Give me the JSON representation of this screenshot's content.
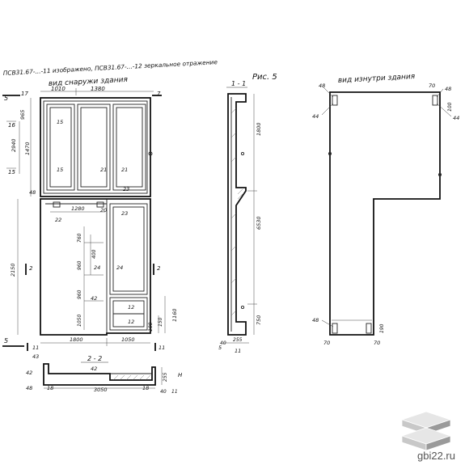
{
  "header": {
    "note": "ПСВ31.67-...-11 изображено, ПСВ31.67-...-12 зеркальное отражение",
    "fig": "Рис. 5"
  },
  "front_view": {
    "title": "вид снаружи здания",
    "top_dims": [
      "1010",
      "1380"
    ],
    "marks": [
      "5",
      "17",
      "7"
    ],
    "left_dims": [
      "16",
      "965",
      "2940",
      "1470",
      "15",
      "48"
    ],
    "left_dims2": [
      "2150",
      "2"
    ],
    "inner_marks": [
      "15",
      "15",
      "21",
      "21",
      "23",
      "22",
      "24",
      "24",
      "23",
      "12",
      "12",
      "42",
      "20"
    ],
    "inner_dims": [
      "1280",
      "760",
      "960",
      "400",
      "960",
      "1050",
      "50"
    ],
    "right_dims": [
      "1160",
      "150",
      "100"
    ],
    "bottom_dims": [
      "1800",
      "1050"
    ],
    "bottom_marks": [
      "5",
      "11",
      "11",
      "2"
    ]
  },
  "section_22": {
    "title": "2 - 2",
    "dims": [
      "3050",
      "255",
      "H"
    ],
    "marks": [
      "43",
      "42",
      "42",
      "48",
      "18",
      "18",
      "40",
      "11"
    ]
  },
  "section_11": {
    "title": "1 - 1",
    "dims": [
      "1800",
      "6530",
      "750",
      "255",
      "40"
    ],
    "marks": [
      "11",
      "5"
    ]
  },
  "inside_view": {
    "title": "вид изнутри здания",
    "marks": [
      "48",
      "44",
      "70",
      "48",
      "100",
      "44",
      "48",
      "190",
      "70",
      "70"
    ]
  },
  "watermark": {
    "text": "gbi22.ru",
    "colors": [
      "#e6e6e6",
      "#c8c8c8",
      "#9a9a9a"
    ]
  }
}
